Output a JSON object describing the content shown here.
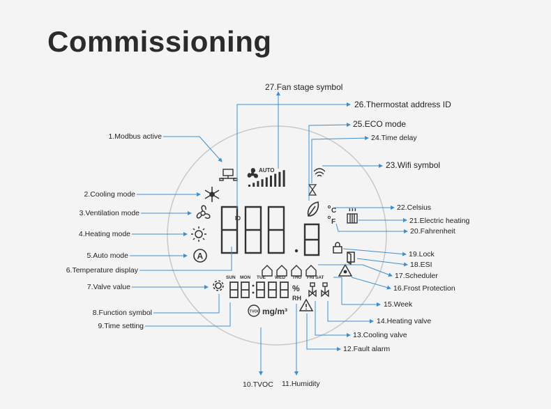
{
  "title": "Commissioning",
  "display": {
    "auto_text": "AUTO",
    "id_text": "ID",
    "days": [
      "SUN",
      "MON",
      "TUE",
      "WED",
      "THU",
      "FRI",
      "SAT"
    ],
    "percent": "%",
    "rh": "RH",
    "unit": "mg/m³",
    "tvoc_badge": "TVOC",
    "celsius": "C",
    "fahrenheit": "F",
    "auto_mode_glyph": "A"
  },
  "callouts": [
    {
      "number": "1",
      "text": "Modbus active"
    },
    {
      "number": "2",
      "text": "Cooling mode"
    },
    {
      "number": "3",
      "text": "Ventilation mode"
    },
    {
      "number": "4",
      "text": "Heating mode"
    },
    {
      "number": "5",
      "text": "Auto mode"
    },
    {
      "number": "6",
      "text": "Temperature display"
    },
    {
      "number": "7",
      "text": "Valve value"
    },
    {
      "number": "8",
      "text": "Function symbol"
    },
    {
      "number": "9",
      "text": "Time setting"
    },
    {
      "number": "10",
      "text": "TVOC"
    },
    {
      "number": "11",
      "text": "Humidity"
    },
    {
      "number": "12",
      "text": "Fault alarm"
    },
    {
      "number": "13",
      "text": "Cooling valve"
    },
    {
      "number": "14",
      "text": "Heating valve"
    },
    {
      "number": "15",
      "text": "Week"
    },
    {
      "number": "16",
      "text": "Frost Protection"
    },
    {
      "number": "17",
      "text": "Scheduler"
    },
    {
      "number": "18",
      "text": "ESI"
    },
    {
      "number": "19",
      "text": "Lock"
    },
    {
      "number": "20",
      "text": "Fahrenheit"
    },
    {
      "number": "21",
      "text": "Electric heating"
    },
    {
      "number": "22",
      "text": "Celsius"
    },
    {
      "number": "23",
      "text": "Wifi symbol"
    },
    {
      "number": "24",
      "text": "Time delay"
    },
    {
      "number": "25",
      "text": "ECO mode"
    },
    {
      "number": "26",
      "text": "Thermostat address ID"
    },
    {
      "number": "27",
      "text": "Fan stage symbol"
    }
  ],
  "colors": {
    "leader": "#3a8fd6",
    "icon": "#333333",
    "circle": "#c8c8c8",
    "background": "#f4f4f4"
  }
}
